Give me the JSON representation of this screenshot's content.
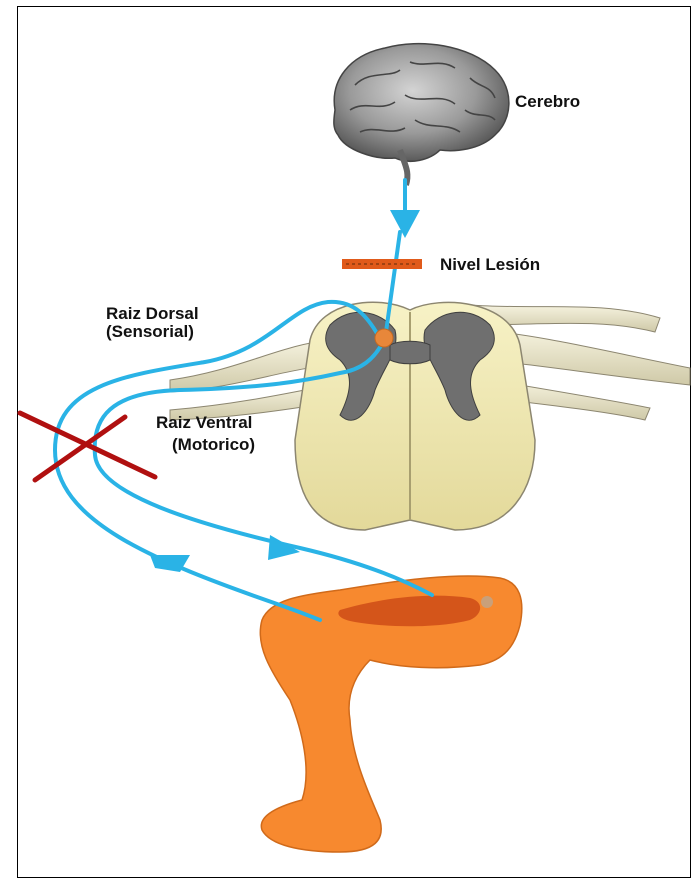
{
  "labels": {
    "brain": "Cerebro",
    "lesion": "Nivel Lesión",
    "dorsal_root": [
      "Raiz Dorsal",
      "(Sensorial)"
    ],
    "ventral_root": [
      "Raiz Ventral",
      "(Motorico)"
    ]
  },
  "icons": [
    "brain-illustration",
    "spinal-cord-cross-section",
    "leg-illustration",
    "x-mark-icon"
  ],
  "colors": {
    "nerve": "#2ab3e6",
    "lesion": "#e05a1a",
    "leg": "#f7892f",
    "muscle": "#d4551a",
    "cross": "#b01010",
    "white_matter": "#f2ecb8",
    "gray_matter": "#6f6f6f"
  }
}
